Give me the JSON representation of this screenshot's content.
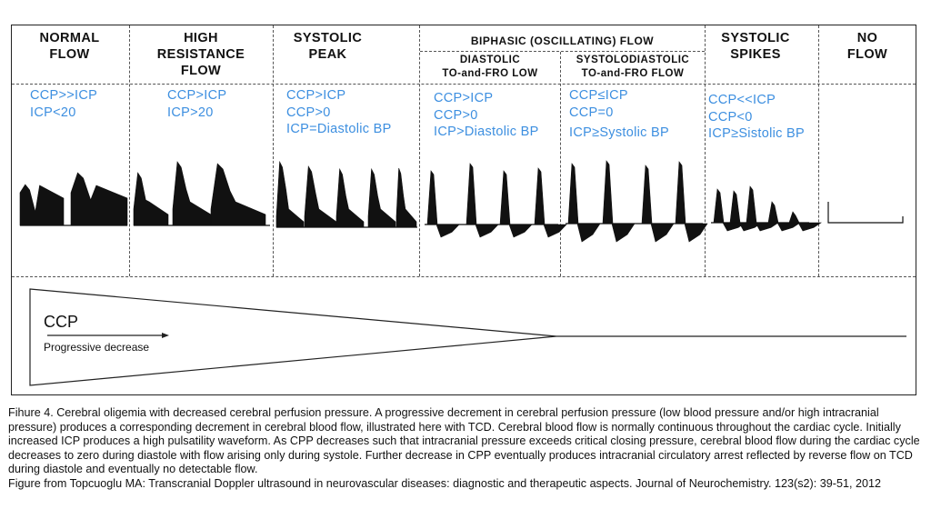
{
  "columns": [
    {
      "title": [
        "NORMAL",
        "FLOW"
      ],
      "conditions": [
        "CCP>>ICP",
        "ICP<20"
      ]
    },
    {
      "title": [
        "HIGH",
        "RESISTANCE",
        "FLOW"
      ],
      "conditions": [
        "CCP>ICP",
        "ICP>20"
      ]
    },
    {
      "title": [
        "SYSTOLIC",
        "PEAK"
      ],
      "conditions": [
        "CCP>ICP",
        "CCP>0",
        "ICP=Diastolic BP"
      ]
    },
    {
      "title": [
        "DIASTOLIC",
        "TO-and-FRO LOW"
      ],
      "conditions": [
        "CCP>ICP",
        "CCP>0",
        "ICP>Diastolic BP"
      ]
    },
    {
      "title": [
        "SYSTOLODIASTOLIC",
        "TO-and-FRO FLOW"
      ],
      "conditions": [
        "CCP≤ICP",
        "CCP=0",
        "ICP≥Systolic BP"
      ]
    },
    {
      "title": [
        "SYSTOLIC",
        "SPIKES"
      ],
      "conditions": [
        "CCP<<ICP",
        "CCP<0",
        "ICP≥Sistolic BP"
      ]
    },
    {
      "title": [
        "NO",
        "FLOW"
      ],
      "conditions": []
    }
  ],
  "biphasic_header": "BIPHASIC (OSCILLATING) FLOW",
  "ccp_label": "CCP",
  "ccp_sub": "Progressive decrease",
  "caption": {
    "main": "Fihure 4. Cerebral oligemia with decreased cerebral perfusion pressure.  A progressive decrement in cerebral perfusion pressure (low blood pressure and/or high intracranial pressure) produces a corresponding decrement in cerebral blood flow, illustrated here with TCD. Cerebral blood flow is normally continuous throughout the cardiac cycle. Initially increased ICP produces a high pulsatility waveform. As CPP decreases such that intracranial pressure exceeds critical closing pressure, cerebral blood flow during the cardiac cycle decreases to zero during diastole with flow arising only during systole. Further decrease in CPP eventually produces intracranial circulatory arrest reflected by reverse flow on TCD during diastole and eventually no detectable flow.",
    "source": "Figure from Topcuoglu MA: Transcranial Doppler ultrasound in neurovascular diseases: diagnostic and therapeutic aspects. Journal of Neurochemistry.  123(s2): 39-51, 2012"
  },
  "colors": {
    "conditions_text": "#3d8fe0",
    "lines": "#222222",
    "waveform": "#111111"
  }
}
